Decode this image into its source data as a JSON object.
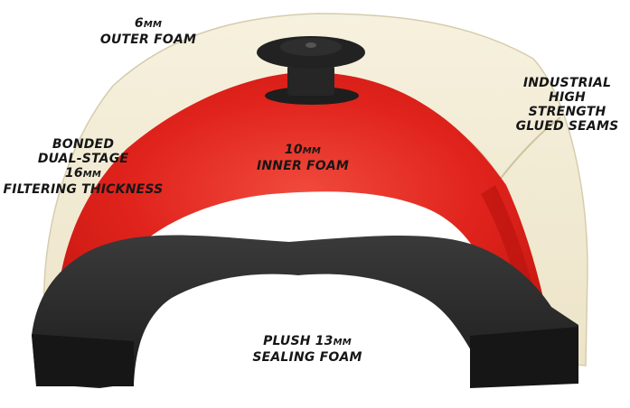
{
  "labels": {
    "outer_foam": {
      "num": "6",
      "unit": "MM",
      "text": "OUTER FOAM"
    },
    "inner_foam": {
      "num": "10",
      "unit": "MM",
      "text": "INNER FOAM"
    },
    "seams": [
      "INDUSTRIAL",
      "HIGH",
      "STRENGTH",
      "GLUED SEAMS"
    ],
    "bonded": {
      "line1": "BONDED",
      "line2": "DUAL-STAGE",
      "num": "16",
      "unit": "MM",
      "line4": "FILTERING THICKNESS"
    },
    "sealing_foam": {
      "prefix": "PLUSH ",
      "num": "13",
      "unit": "MM",
      "text": "SEALING FOAM"
    }
  },
  "colors": {
    "outer_foam": "#f1ead3",
    "inner_foam": "#e0231c",
    "sealing_foam": "#272727",
    "filter_connector": "#1e1e1e"
  },
  "icons": {
    "connector": "filter-connector-icon"
  }
}
